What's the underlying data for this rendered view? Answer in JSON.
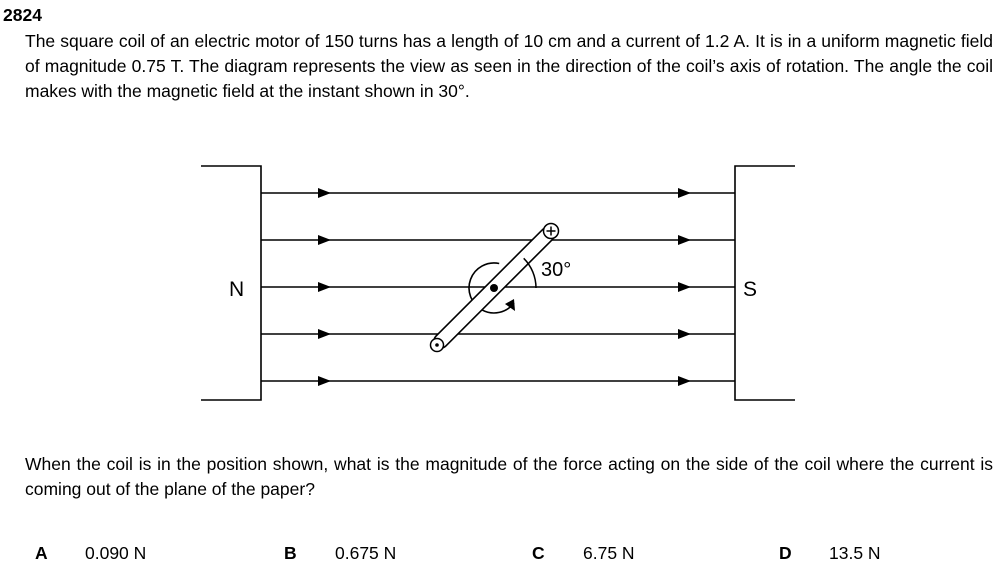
{
  "question": {
    "number": "2824",
    "intro": "The square coil of an electric motor of 150 turns has a length of 10 cm and a current of 1.2 A. It is in a uniform magnetic field of magnitude 0.75 T. The diagram represents the view as seen in the direction of the coil’s axis of rotation. The angle the coil makes with the magnetic field at the instant shown in 30°.",
    "prompt": "When the coil is in the position shown, what is the magnitude of the force acting on the side of the coil where the current is coming out of the plane of the paper?"
  },
  "diagram": {
    "left_pole_label": "N",
    "right_pole_label": "S",
    "angle_label": "30°",
    "field_line_count": 5,
    "field_direction": "left-to-right",
    "current_into_page_icon": "plus-in-circle",
    "current_out_of_page_icon": "dot-in-circle",
    "line_color": "#000000"
  },
  "options": [
    {
      "letter": "A",
      "value": "0.090 N"
    },
    {
      "letter": "B",
      "value": "0.675 N"
    },
    {
      "letter": "C",
      "value": "6.75 N"
    },
    {
      "letter": "D",
      "value": "13.5 N"
    }
  ]
}
